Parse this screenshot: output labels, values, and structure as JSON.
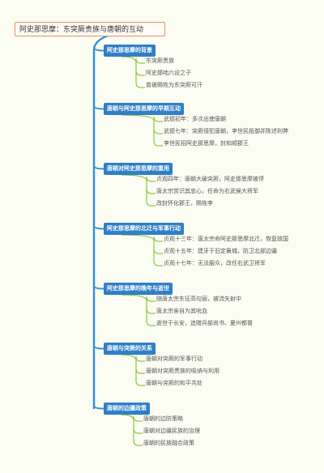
{
  "root": "阿史那思摩：东突厥贵族与唐朝的互动",
  "branches": [
    {
      "label": "阿史那思摩的背景",
      "children": [
        "东突厥贵族",
        "阿史那咄六设之子",
        "曾被赐姓为东突厥可汗"
      ]
    },
    {
      "label": "唐朝与阿史那思摩的早期互动",
      "children": [
        "武德初年：多次出使唐朝",
        "武德七年：突厥侵犯唐朝，李世民抵御并陈述利弊",
        "李世民招阿史那思摩，封和顺郡王"
      ]
    },
    {
      "label": "唐朝对阿史那思摩的重用",
      "children": [
        "贞观四年：唐朝大破突厥，阿史那思摩被俘",
        "唐太宗赏识其忠心，任命为右武侯大将军",
        "改封怀化郡王，赐姓李"
      ]
    },
    {
      "label": "阿史那思摩的北迁与军事行动",
      "children": [
        "贞观十三年：唐太宗命阿史那思摩北迁，恢复故国",
        "贞观十五年：建牙于旧定襄城，防卫北部边疆",
        "贞观十七年：无法服众，改任右武卫将军"
      ]
    },
    {
      "label": "阿史那思摩的晚年与逝世",
      "children": [
        "随唐太宗东征高句丽，被流矢射中",
        "唐太宗亲自为其吮血",
        "逝世于长安，追赠兵部尚书、夏州都督"
      ]
    },
    {
      "label": "唐朝与突厥的关系",
      "children": [
        "唐朝对突厥的军事行动",
        "唐朝对突厥贵族的吸纳与利用",
        "唐朝与突厥的和平共处"
      ]
    },
    {
      "label": "唐朝的边疆政策",
      "children": [
        "唐朝的边防策略",
        "唐朝对边疆民族的治理",
        "唐朝的民族融合政策"
      ]
    }
  ],
  "colors": {
    "main_line": "#3a8fd6",
    "branch_fill": "#2f7fc8",
    "leaf_line": "#8cc63e",
    "root_border": "#e8905a"
  }
}
